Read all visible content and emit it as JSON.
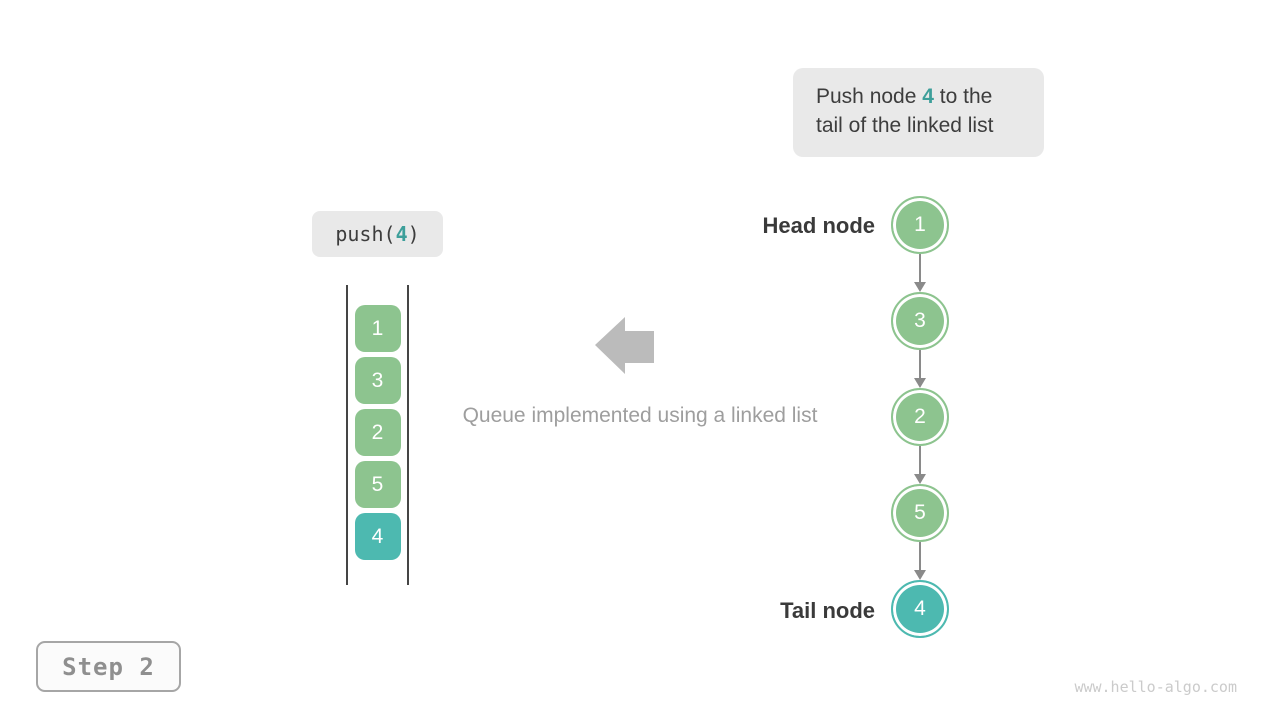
{
  "colors": {
    "node_green": "#8dc48f",
    "node_teal": "#4db9b0",
    "accent_text_teal": "#3d9f9a",
    "dark_text": "#3d3d3d",
    "gray_text": "#9e9e9e",
    "box_bg": "#e9e9e9",
    "list_arrow_gray": "#8a8a8a",
    "block_arrow_gray": "#bbbbbb",
    "watermark_gray": "#cbcbcb"
  },
  "note": {
    "prefix": "Push node ",
    "highlight": "4",
    "suffix": " to the",
    "line2": "tail of the linked list"
  },
  "push_call": {
    "prefix": "push(",
    "arg": "4",
    "suffix": ")"
  },
  "queue": {
    "cells": [
      {
        "value": "1",
        "color": "green"
      },
      {
        "value": "3",
        "color": "green"
      },
      {
        "value": "2",
        "color": "green"
      },
      {
        "value": "5",
        "color": "green"
      },
      {
        "value": "4",
        "color": "teal"
      }
    ]
  },
  "caption": "Queue implemented using a linked list",
  "linked_list": {
    "head_label": "Head node",
    "tail_label": "Tail node",
    "nodes": [
      {
        "value": "1",
        "color": "green"
      },
      {
        "value": "3",
        "color": "green"
      },
      {
        "value": "2",
        "color": "green"
      },
      {
        "value": "5",
        "color": "green"
      },
      {
        "value": "4",
        "color": "teal"
      }
    ]
  },
  "step_badge": {
    "label": "Step 2"
  },
  "watermark": "www.hello-algo.com"
}
